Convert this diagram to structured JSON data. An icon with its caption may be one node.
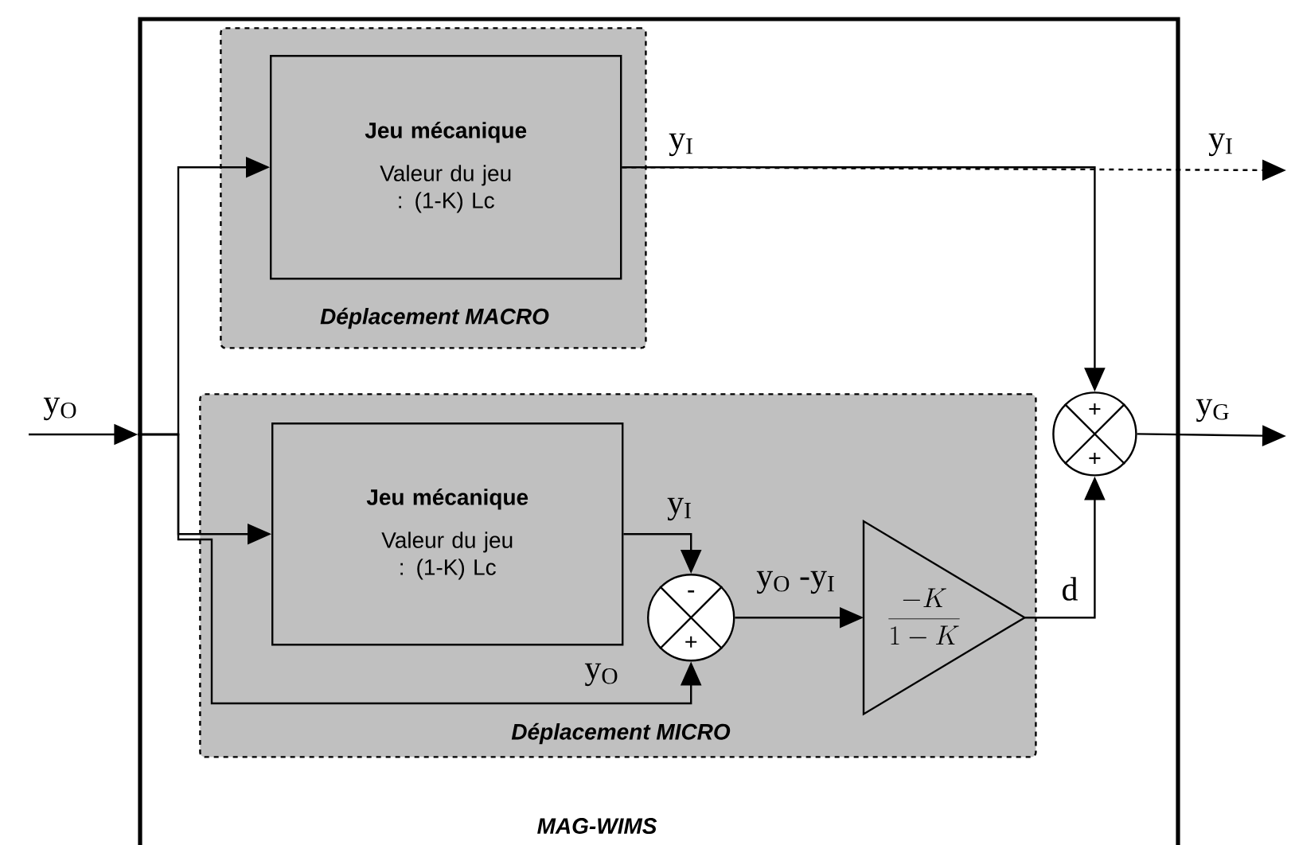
{
  "diagram": {
    "nodes": [
      {
        "text": [
          "MAG-WIMS"
        ]
      },
      {
        "text": [
          "Déplacement MACRO"
        ],
        "in": 0
      },
      {
        "text": [
          "Jeu mécanique",
          "Valeur du jeu : (1-K) Lc"
        ],
        "in": 1
      },
      {
        "text": [
          "Déplacement MICRO"
        ],
        "in": 0
      },
      {
        "text": [
          "Jeu mécanique",
          "Valeur du jeu : (1-K) Lc"
        ],
        "in": 3
      },
      {
        "text": [
          "-",
          "+"
        ],
        "in": 3
      },
      {
        "text": [
          "\\frac{-K}{1-K}"
        ],
        "in": 3
      },
      {
        "text": [
          "+",
          "+"
        ],
        "in": 0
      }
    ],
    "edges": [
      {
        "from": null,
        "to": 0,
        "arrow": "to",
        "label": "y$_{O}$"
      },
      {
        "from": 0,
        "to": 2,
        "arrow": "to"
      },
      {
        "from": 0,
        "to": 4,
        "arrow": "to"
      },
      {
        "from": 0,
        "to": 5,
        "arrow": "to",
        "label": "y$_{O}$"
      },
      {
        "from": 2,
        "to": 7,
        "arrow": "to",
        "label": "y$_{I}$"
      },
      {
        "from": 2,
        "to": null,
        "arrow": "to",
        "label": "y$_{I}$",
        "style": "dashed"
      },
      {
        "from": 7,
        "to": null,
        "arrow": "to",
        "label": "y$_{G}$"
      },
      {
        "from": 4,
        "to": 5,
        "arrow": "to",
        "label": "y$_{I}$"
      },
      {
        "from": 5,
        "to": 6,
        "arrow": "to",
        "label": "y$_{O}$ -y$_{I}$"
      },
      {
        "from": 6,
        "to": 7,
        "arrow": "to",
        "label": "d"
      }
    ]
  }
}
